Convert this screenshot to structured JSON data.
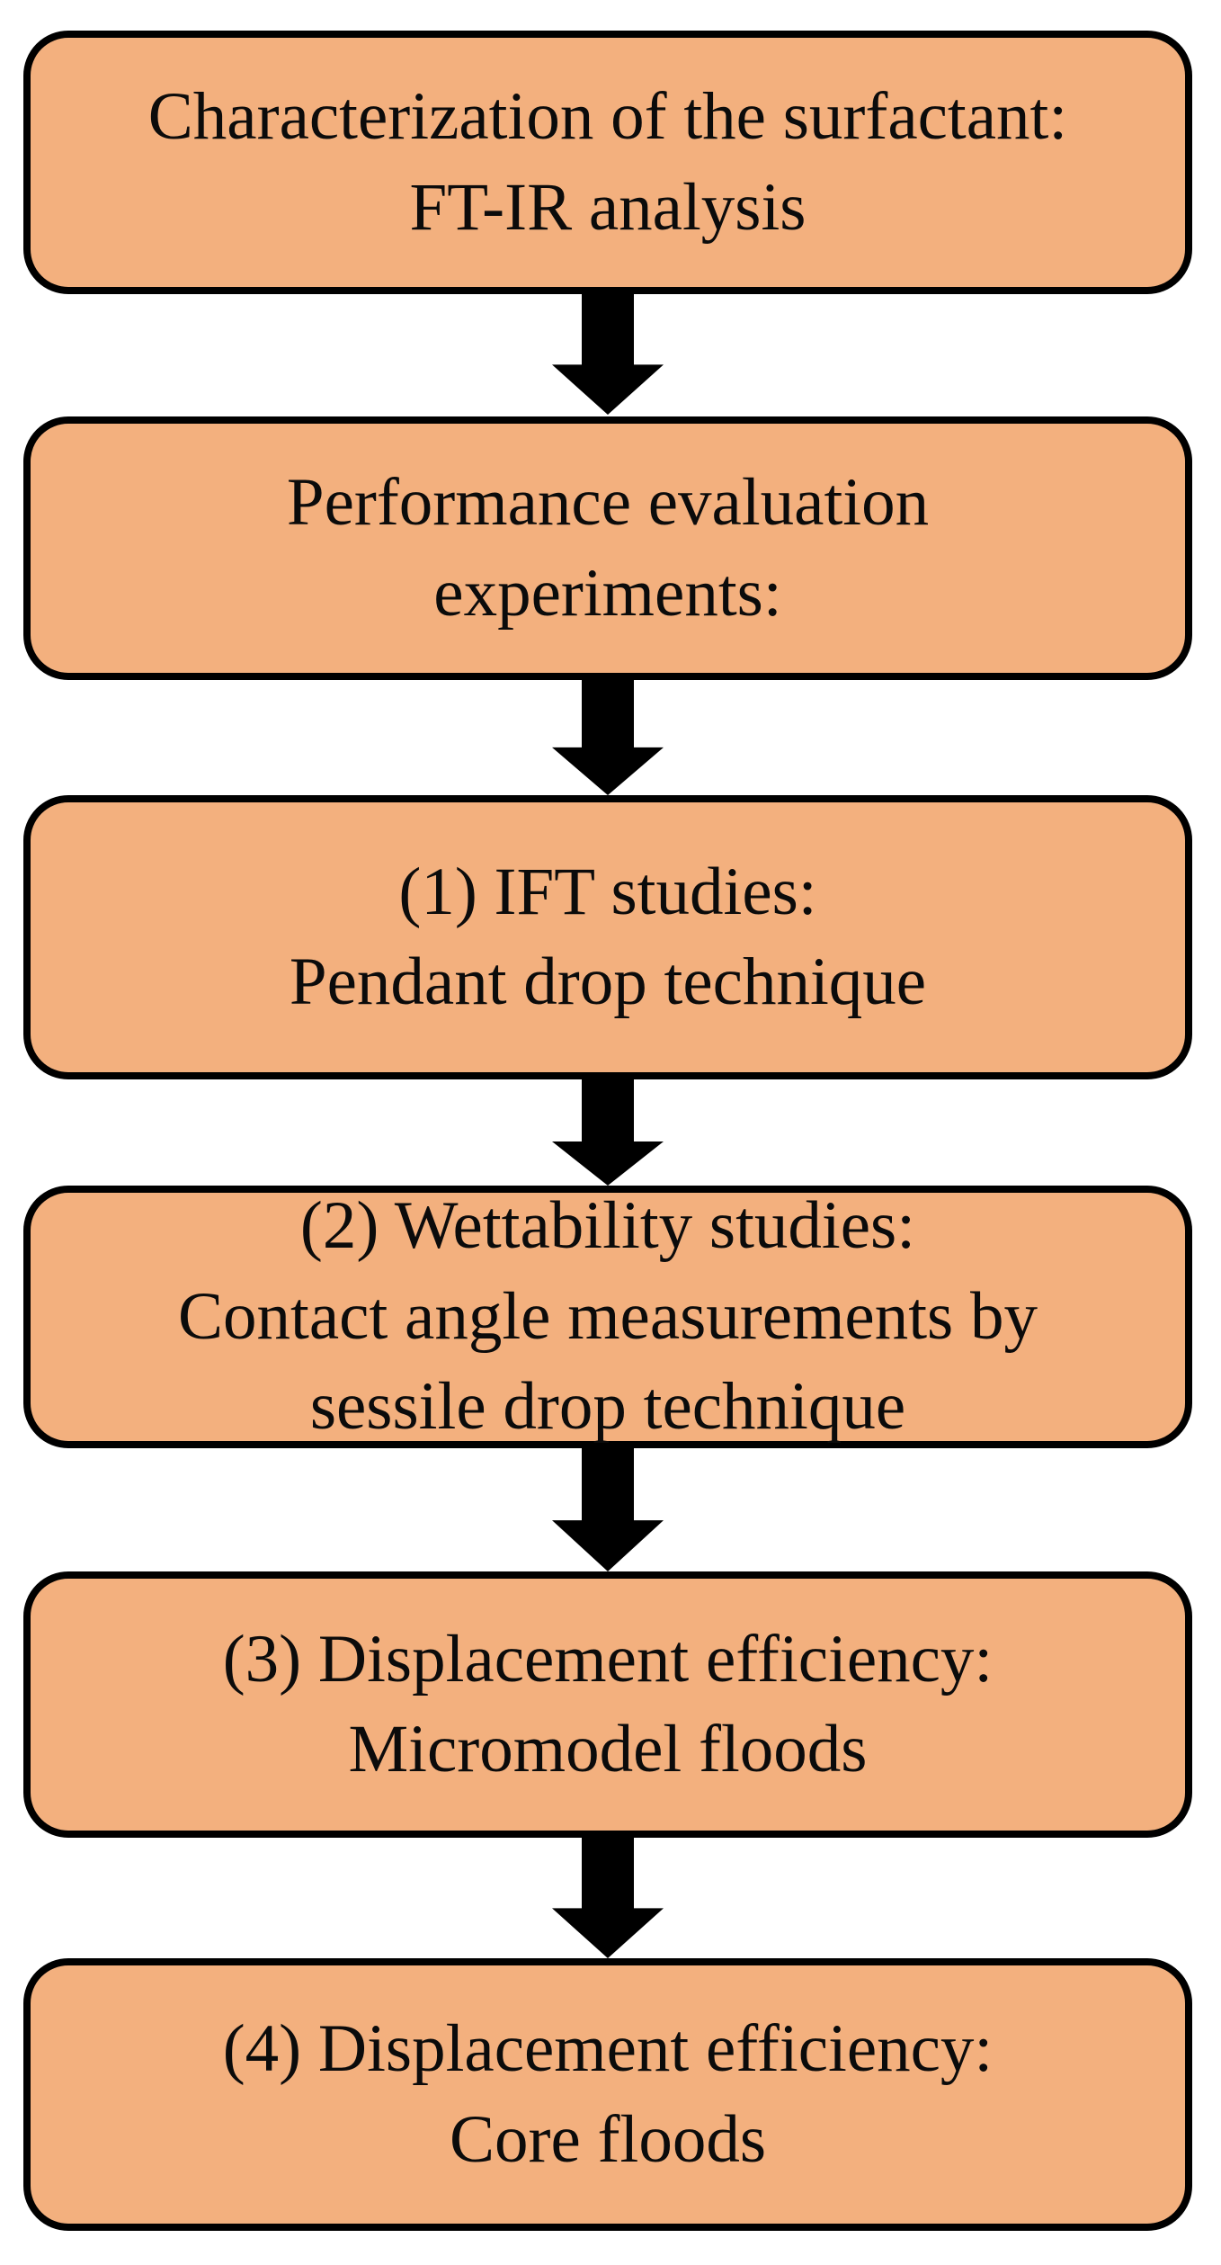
{
  "diagram": {
    "type": "flowchart",
    "flow_direction": "top-down",
    "box_fill_color": "#F3B07E",
    "box_border_color": "#000000",
    "arrow_color": "#000000",
    "text_color": "#0b0b0b",
    "boxes": [
      {
        "id": 1,
        "lines": [
          "Characterization of the surfactant:",
          "FT-IR analysis"
        ]
      },
      {
        "id": 2,
        "lines": [
          "Performance evaluation",
          "experiments:"
        ]
      },
      {
        "id": 3,
        "lines": [
          "(1) IFT studies:",
          "Pendant drop technique"
        ]
      },
      {
        "id": 4,
        "lines": [
          "(2) Wettability studies:",
          "Contact angle measurements by",
          "sessile drop technique"
        ]
      },
      {
        "id": 5,
        "lines": [
          "(3) Displacement efficiency:",
          "Micromodel floods"
        ]
      },
      {
        "id": 6,
        "lines": [
          "(4) Displacement efficiency:",
          "Core floods"
        ]
      }
    ]
  }
}
